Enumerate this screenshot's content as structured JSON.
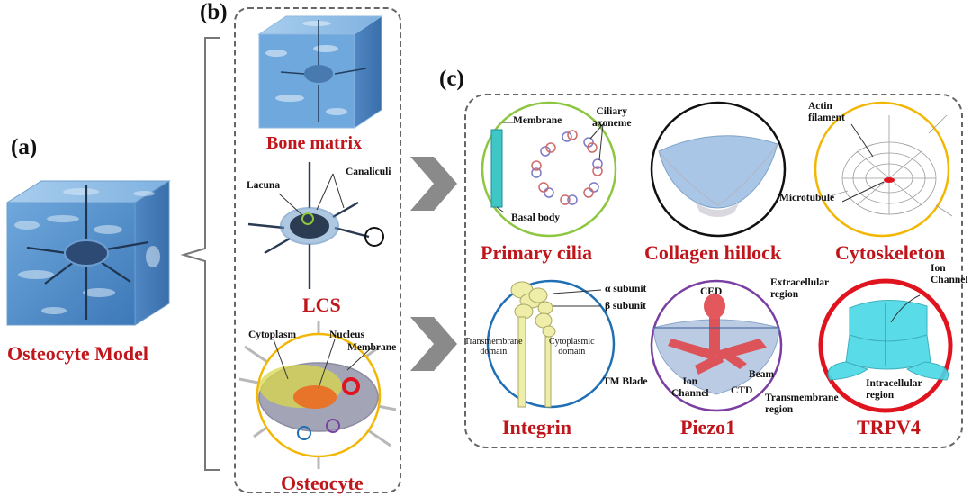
{
  "panels": {
    "a": "(a)",
    "b": "(b)",
    "c": "(c)"
  },
  "titles": {
    "osteocyte_model": "Osteocyte Model",
    "bone_matrix": "Bone matrix",
    "lcs": "LCS",
    "osteocyte": "Osteocyte",
    "primary_cilia": "Primary cilia",
    "collagen_hillock": "Collagen hillock",
    "cytoskeleton": "Cytoskeleton",
    "integrin": "Integrin",
    "piezo1": "Piezo1",
    "trpv4": "TRPV4"
  },
  "labels": {
    "lacuna": "Lacuna",
    "canaliculi": "Canaliculi",
    "cytoplasm": "Cytoplasm",
    "nucleus": "Nucleus",
    "membrane": "Membrane",
    "cilia_membrane": "Membrane",
    "ciliary_axoneme_1": "Ciliary",
    "ciliary_axoneme_2": "axoneme",
    "basal_body": "Basal body",
    "actin_filament_1": "Actin",
    "actin_filament_2": "filament",
    "microtubule": "Microtubule",
    "alpha_subunit": "α subunit",
    "beta_subunit": "β subunit",
    "transmembrane_domain_1": "Transmembrane",
    "transmembrane_domain_2": "domain",
    "cytoplasmic_domain_1": "Cytoplasmic",
    "cytoplasmic_domain_2": "domain",
    "ced": "CED",
    "tm_blade": "TM Blade",
    "ion_channel_piezo_1": "Ion",
    "ion_channel_piezo_2": "Channel",
    "beam": "Beam",
    "ctd": "CTD",
    "extracellular_region_1": "Extracellular",
    "extracellular_region_2": "region",
    "ion_channel_trpv_1": "Ion",
    "ion_channel_trpv_2": "Channel",
    "transmembrane_region_1": "Transmembrane",
    "transmembrane_region_2": "region",
    "intracellular_region_1": "Intracellular",
    "intracellular_region_2": "region"
  },
  "colors": {
    "title_red": "#c0151b",
    "cube_blue": "#5b9bd5",
    "cilia_ring": "#8dc63f",
    "hillock_ring": "#111111",
    "cytoskeleton_ring": "#f2b705",
    "integrin_ring": "#1f6fb5",
    "piezo_ring": "#7a3fa0",
    "trpv4_ring": "#e0141e",
    "dashed_border": "#666666"
  }
}
